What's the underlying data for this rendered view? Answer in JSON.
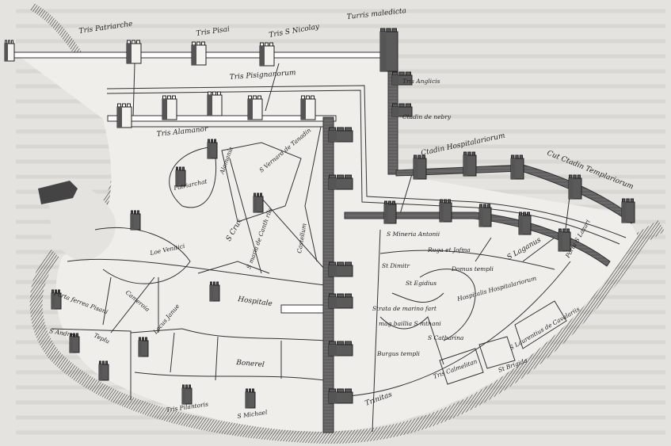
{
  "map": {
    "colors": {
      "paper": "#e4e3df",
      "land": "#efeeea",
      "ink": "#2a2a2a",
      "wall": "#555"
    },
    "labels": {
      "tris_patriarche": "Tris Patriarche",
      "tris_pisai": "Tris Pisai",
      "tris_s_nicolay": "Tris S Nicolay",
      "turris_maledicta": "Turris maledicta",
      "tris_pisignanorum": "Tris Pisignanorum",
      "tris_anglicis": "Tris Anglicis",
      "tris_alamanor": "Tris Alamanor",
      "ctadin_de_nebry": "Ctadin de nebry",
      "ctadin_hospitalariorum": "Ctadin Hospitalariorum",
      "cut_ctadin_templariorum": "Cut Ctadin Templariorum",
      "alamania": "Alamania",
      "s_vernard": "S Vernard de Tanadin",
      "patriarchat": "Patriarchat",
      "s_crux": "S Crux",
      "s_maria": "S maria de Canth rils",
      "castellum": "Castellum",
      "loe_venitici": "Loe Venitici",
      "hospitale": "Hospitale",
      "porta_ferrea": "Porta ferrea Pisani",
      "cameroia": "Cameroia",
      "locus_janue": "Locus Janue",
      "s_andree": "S Andree",
      "templum": "Teplu",
      "bonerel": "Bonerel",
      "tris_pilantoris": "Tris Pilantoris",
      "s_michael": "S Michael",
      "mineria_antonii": "S Mineria Antonii",
      "ruga_jofma": "Ruga et Jofma",
      "st_dimitr": "St Dimitr",
      "domus_templi": "Domus templi",
      "st_egidius": "St Egidius",
      "s_laganus": "S Laganus",
      "porta_s_lazari": "Porta S Lazari",
      "hospitalis": "Hospitalis Hospitalariorum",
      "s_laurentius": "S Laurentius de Cavalariis",
      "strata": "Strata de marino fart",
      "mag_baillia": "mag baillia S mthani",
      "s_catharina": "S Catharina",
      "burgus_templi": "Burgus templi",
      "tris_calmelitan": "Tris Calmelitan",
      "st_brigida": "St Brigida",
      "trinitas": "Trinitas"
    }
  }
}
